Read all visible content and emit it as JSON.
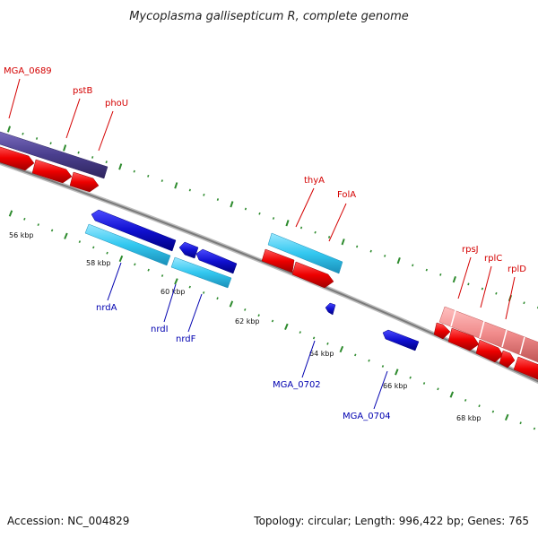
{
  "title": "Mycoplasma gallisepticum R, complete genome",
  "footer": {
    "accession": "Accession: NC_004829",
    "summary": "Topology: circular; Length: 996,422 bp; Genes: 765"
  },
  "colors": {
    "background": "#ffffff",
    "backbone": "#7a7a7a",
    "ticks": "#2e8b2e",
    "forward_label": "#d40000",
    "reverse_label": "#0000b0",
    "track_purple": "#4b3f8f",
    "gene_red": "#ee0000",
    "gene_cyan": "#33c8f0",
    "gene_blue": "#1010d0",
    "gene_pink": "#f08a8a"
  },
  "axis": {
    "unit": "kbp",
    "tick_labels": [
      "56 kbp",
      "58 kbp",
      "60 kbp",
      "62 kbp",
      "64 kbp",
      "66 kbp",
      "68 kbp"
    ]
  },
  "genes": {
    "forward_labels": [
      "MGA_0689",
      "pstB",
      "phoU",
      "thyA",
      "FolA",
      "rpsJ",
      "rplC",
      "rplD"
    ],
    "reverse_labels": [
      "nrdA",
      "nrdI",
      "nrdF",
      "MGA_0702",
      "MGA_0704"
    ]
  }
}
